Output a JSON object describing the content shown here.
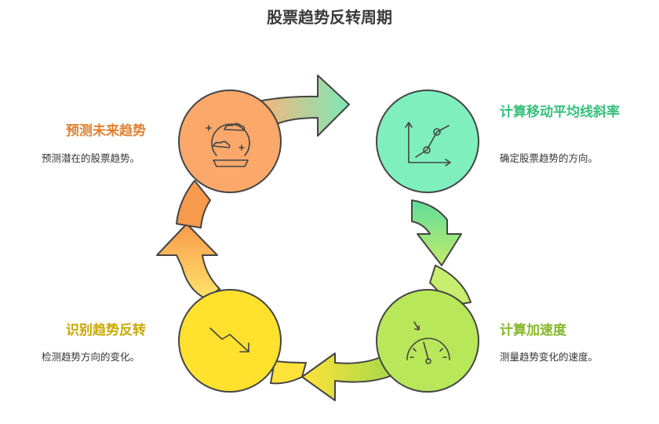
{
  "title": "股票趋势反转周期",
  "steps": [
    {
      "label": "预测未来趋势",
      "description": "预测潜在的股票趋势。",
      "color": "#f08a3c",
      "icon": "crystal-ball-icon"
    },
    {
      "label": "计算移动平均线斜率",
      "description": "确定股票趋势的方向。",
      "color": "#3cc986",
      "icon": "line-graph-icon"
    },
    {
      "label": "计算加速度",
      "description": "测量趋势变化的速度。",
      "color": "#8ac53a",
      "icon": "speedometer-icon"
    },
    {
      "label": "识别趋势反转",
      "description": "检测趋势方向的变化。",
      "color": "#d6b800",
      "icon": "trend-down-icon"
    }
  ]
}
